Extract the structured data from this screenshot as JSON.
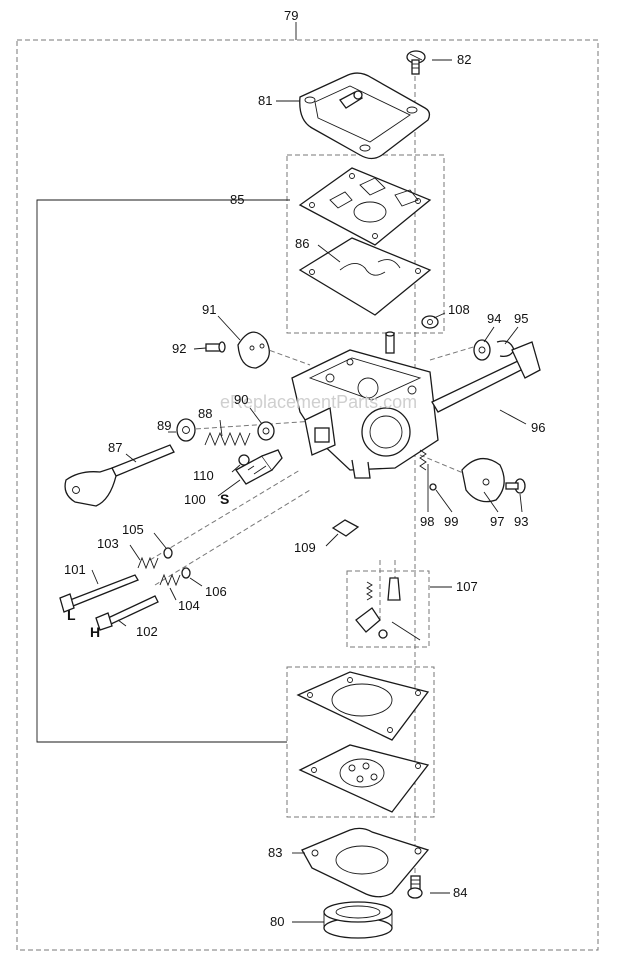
{
  "watermark": "eReplacementParts.com",
  "side_letters": {
    "s": "S",
    "l": "L",
    "h": "H"
  },
  "callouts": {
    "p79": "79",
    "p80": "80",
    "p81": "81",
    "p82": "82",
    "p83": "83",
    "p84": "84",
    "p85": "85",
    "p86": "86",
    "p87": "87",
    "p88": "88",
    "p89": "89",
    "p90": "90",
    "p91": "91",
    "p92": "92",
    "p93": "93",
    "p94": "94",
    "p95": "95",
    "p96": "96",
    "p97": "97",
    "p98": "98",
    "p99": "99",
    "p100": "100",
    "p101": "101",
    "p102": "102",
    "p103": "103",
    "p104": "104",
    "p105": "105",
    "p106": "106",
    "p107": "107",
    "p108": "108",
    "p109": "109",
    "p110": "110"
  }
}
